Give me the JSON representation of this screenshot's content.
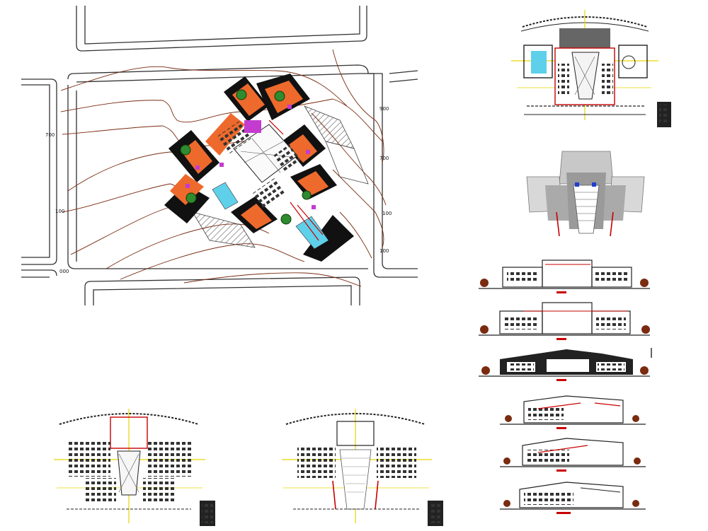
{
  "site_plan": {
    "contour_labels": [
      "700",
      "900",
      "700",
      "100",
      "100",
      "100",
      "000"
    ]
  },
  "colors": {
    "orange": "#ee6a2c",
    "black": "#111111",
    "red": "#c80000",
    "cyan": "#5fd0ea",
    "green": "#2e8b2e",
    "magenta": "#c43bd0",
    "yellow": "#e6d600",
    "brown": "#7a2b10",
    "grey": "#9a9a9a"
  }
}
